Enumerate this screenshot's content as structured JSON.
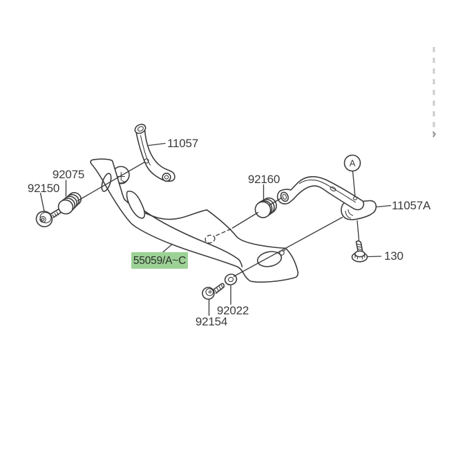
{
  "diagram": {
    "kind": "exploded-parts-diagram",
    "background_color": "#ffffff",
    "line_color": "#3b3b3b",
    "highlight_color": "#9cd295",
    "callout": "A",
    "parts": [
      {
        "ref": "92150",
        "highlighted": false
      },
      {
        "ref": "92075",
        "highlighted": false
      },
      {
        "ref": "11057",
        "highlighted": false
      },
      {
        "ref": "92160",
        "highlighted": false
      },
      {
        "ref": "11057A",
        "highlighted": false
      },
      {
        "ref": "130",
        "highlighted": false
      },
      {
        "ref": "92022",
        "highlighted": false
      },
      {
        "ref": "92154",
        "highlighted": false
      },
      {
        "ref": "55059/A~C",
        "highlighted": true
      }
    ]
  }
}
